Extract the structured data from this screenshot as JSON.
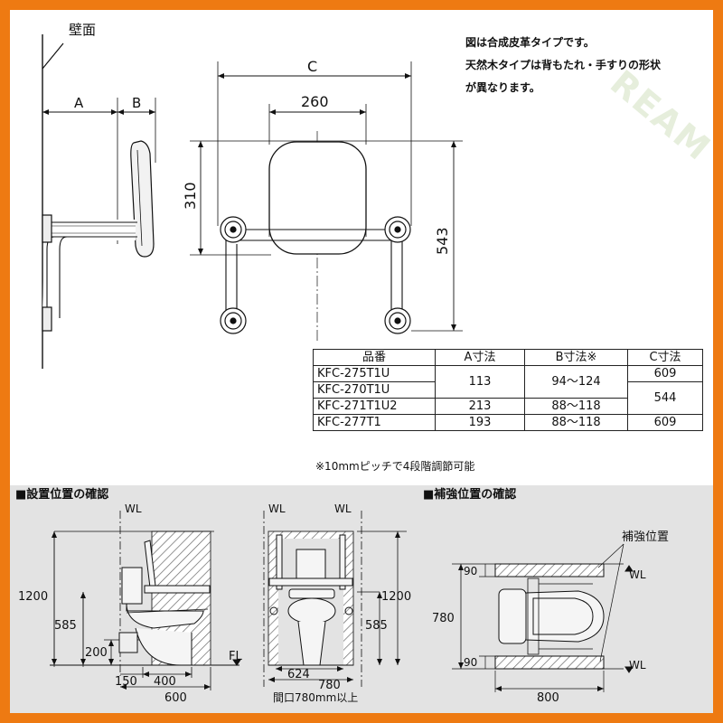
{
  "colors": {
    "frame": "#ee7a12",
    "panel_bg": "#e3e3e3",
    "hatch": "#666666"
  },
  "top_drawing": {
    "wall_label": "壁面",
    "dim_A": "A",
    "dim_B": "B",
    "dim_C": "C",
    "dim_260": "260",
    "dim_310": "310",
    "dim_543": "543"
  },
  "notes": [
    "図は合成皮革タイプです。",
    "天然木タイプは背もたれ・手すりの形状",
    "が異なります。"
  ],
  "watermark": "REAM",
  "spec_table": {
    "headers": [
      "品番",
      "A寸法",
      "B寸法※",
      "C寸法"
    ],
    "rows": [
      {
        "code": "KFC-275T1U",
        "a": "113",
        "b": "94～124",
        "c": "609"
      },
      {
        "code": "KFC-270T1U",
        "a": "",
        "b": "",
        "c": "544"
      },
      {
        "code": "KFC-271T1U2",
        "a": "213",
        "b": "88～118",
        "c": ""
      },
      {
        "code": "KFC-277T1",
        "a": "193",
        "b": "88～118",
        "c": "609"
      }
    ],
    "footnote": "※10mmピッチで4段階調節可能"
  },
  "install_section": {
    "title": "■設置位置の確認",
    "side": {
      "wl": "WL",
      "fl": "FL",
      "d1200": "1200",
      "d585": "585",
      "d200": "200",
      "d150": "150",
      "d400": "400",
      "d600": "600"
    },
    "front": {
      "wl_left": "WL",
      "wl_right": "WL",
      "d1200": "1200",
      "d585": "585",
      "d624": "624",
      "d780": "780",
      "opening": "間口780mm以上"
    }
  },
  "reinforce_section": {
    "title": "■補強位置の確認",
    "label": "補強位置",
    "wl_top": "WL",
    "wl_bottom": "WL",
    "d90_top": "90",
    "d90_bottom": "90",
    "d780": "780",
    "d800": "800"
  }
}
